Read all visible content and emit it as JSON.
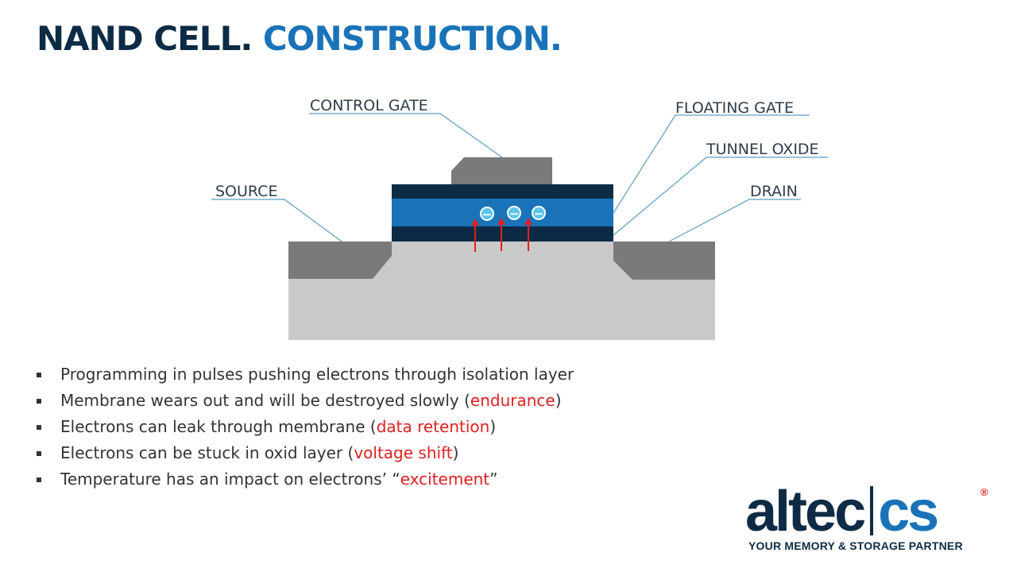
{
  "title": {
    "part1": "NAND CELL.",
    "part2": "CONSTRUCTION."
  },
  "diagram": {
    "labels": {
      "control_gate": "CONTROL GATE",
      "floating_gate": "FLOATING GATE",
      "tunnel_oxide": "TUNNEL OXIDE",
      "source": "SOURCE",
      "drain": "DRAIN"
    },
    "electron_symbol": "−",
    "colors": {
      "dark_layer": "#0d2b45",
      "blue_layer": "#1a73b8",
      "gate_gray": "#7a7a7a",
      "substrate": "#c9c9c9",
      "arrow": "#e02020"
    }
  },
  "bullets": [
    {
      "before": "Programming in pulses pushing electrons through isolation layer",
      "highlight": "",
      "after": ""
    },
    {
      "before": "Membrane wears out and will be destroyed slowly (",
      "highlight": "endurance",
      "after": ")"
    },
    {
      "before": "Electrons can leak through membrane (",
      "highlight": "data retention",
      "after": ")"
    },
    {
      "before": "Electrons can be stuck in oxid layer (",
      "highlight": "voltage shift",
      "after": ")"
    },
    {
      "before": "Temperature has an impact on electrons’ “",
      "highlight": "excitement",
      "after": "”"
    }
  ],
  "logo": {
    "left": "altec",
    "right": "cs",
    "registered": "®",
    "tagline": "YOUR MEMORY & STORAGE PARTNER"
  }
}
